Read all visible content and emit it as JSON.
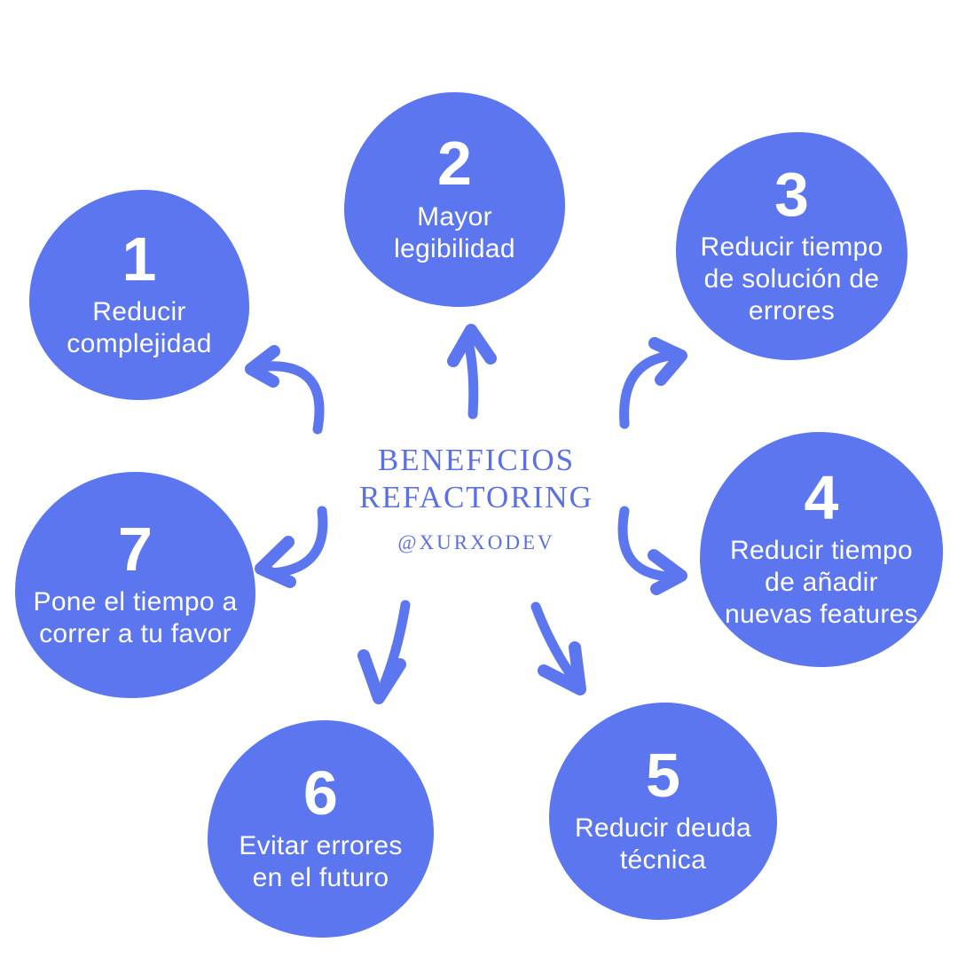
{
  "colors": {
    "node_fill": "#5b76ee",
    "arrow": "#5b76ee",
    "title_text": "#5a6fe8",
    "node_text": "#ffffff",
    "background": "#ffffff"
  },
  "center": {
    "title": "BENEFICIOS\nREFACTORING",
    "handle": "@XURXODEV"
  },
  "nodes": [
    {
      "number": "1",
      "label": "Reducir\ncomplejidad"
    },
    {
      "number": "2",
      "label": "Mayor\nlegibilidad"
    },
    {
      "number": "3",
      "label": "Reducir tiempo\nde solución de\nerrores"
    },
    {
      "number": "4",
      "label": "Reducir tiempo\nde añadir\nnuevas features"
    },
    {
      "number": "5",
      "label": "Reducir deuda\ntécnica"
    },
    {
      "number": "6",
      "label": "Evitar errores\nen el futuro"
    },
    {
      "number": "7",
      "label": "Pone el tiempo a\ncorrer a tu favor"
    }
  ]
}
